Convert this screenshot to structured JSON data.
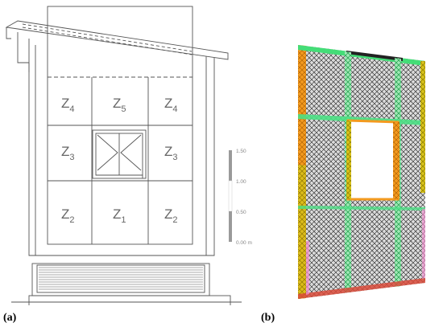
{
  "panels": {
    "a": {
      "label": "(a)"
    },
    "b": {
      "label": "(b)"
    }
  },
  "zones": [
    {
      "id": "z4-left",
      "base": "Z",
      "sub": "4"
    },
    {
      "id": "z5",
      "base": "Z",
      "sub": "5"
    },
    {
      "id": "z4-right",
      "base": "Z",
      "sub": "4"
    },
    {
      "id": "z3-left",
      "base": "Z",
      "sub": "3"
    },
    {
      "id": "z3-right",
      "base": "Z",
      "sub": "3"
    },
    {
      "id": "z2-left",
      "base": "Z",
      "sub": "2"
    },
    {
      "id": "z1",
      "base": "Z",
      "sub": "1"
    },
    {
      "id": "z2-right",
      "base": "Z",
      "sub": "2"
    }
  ],
  "scale_bar": {
    "ticks": [
      "1.50",
      "1.00",
      "0.50",
      "0.00 m"
    ]
  },
  "colors": {
    "line": "#555555",
    "zone_text": "#666666",
    "mesh_orange": "#f39a1f",
    "mesh_green": "#22dd66",
    "mesh_yellow": "#d8c21a",
    "mesh_dark": "#444444",
    "mesh_pink": "#f58bd0"
  }
}
